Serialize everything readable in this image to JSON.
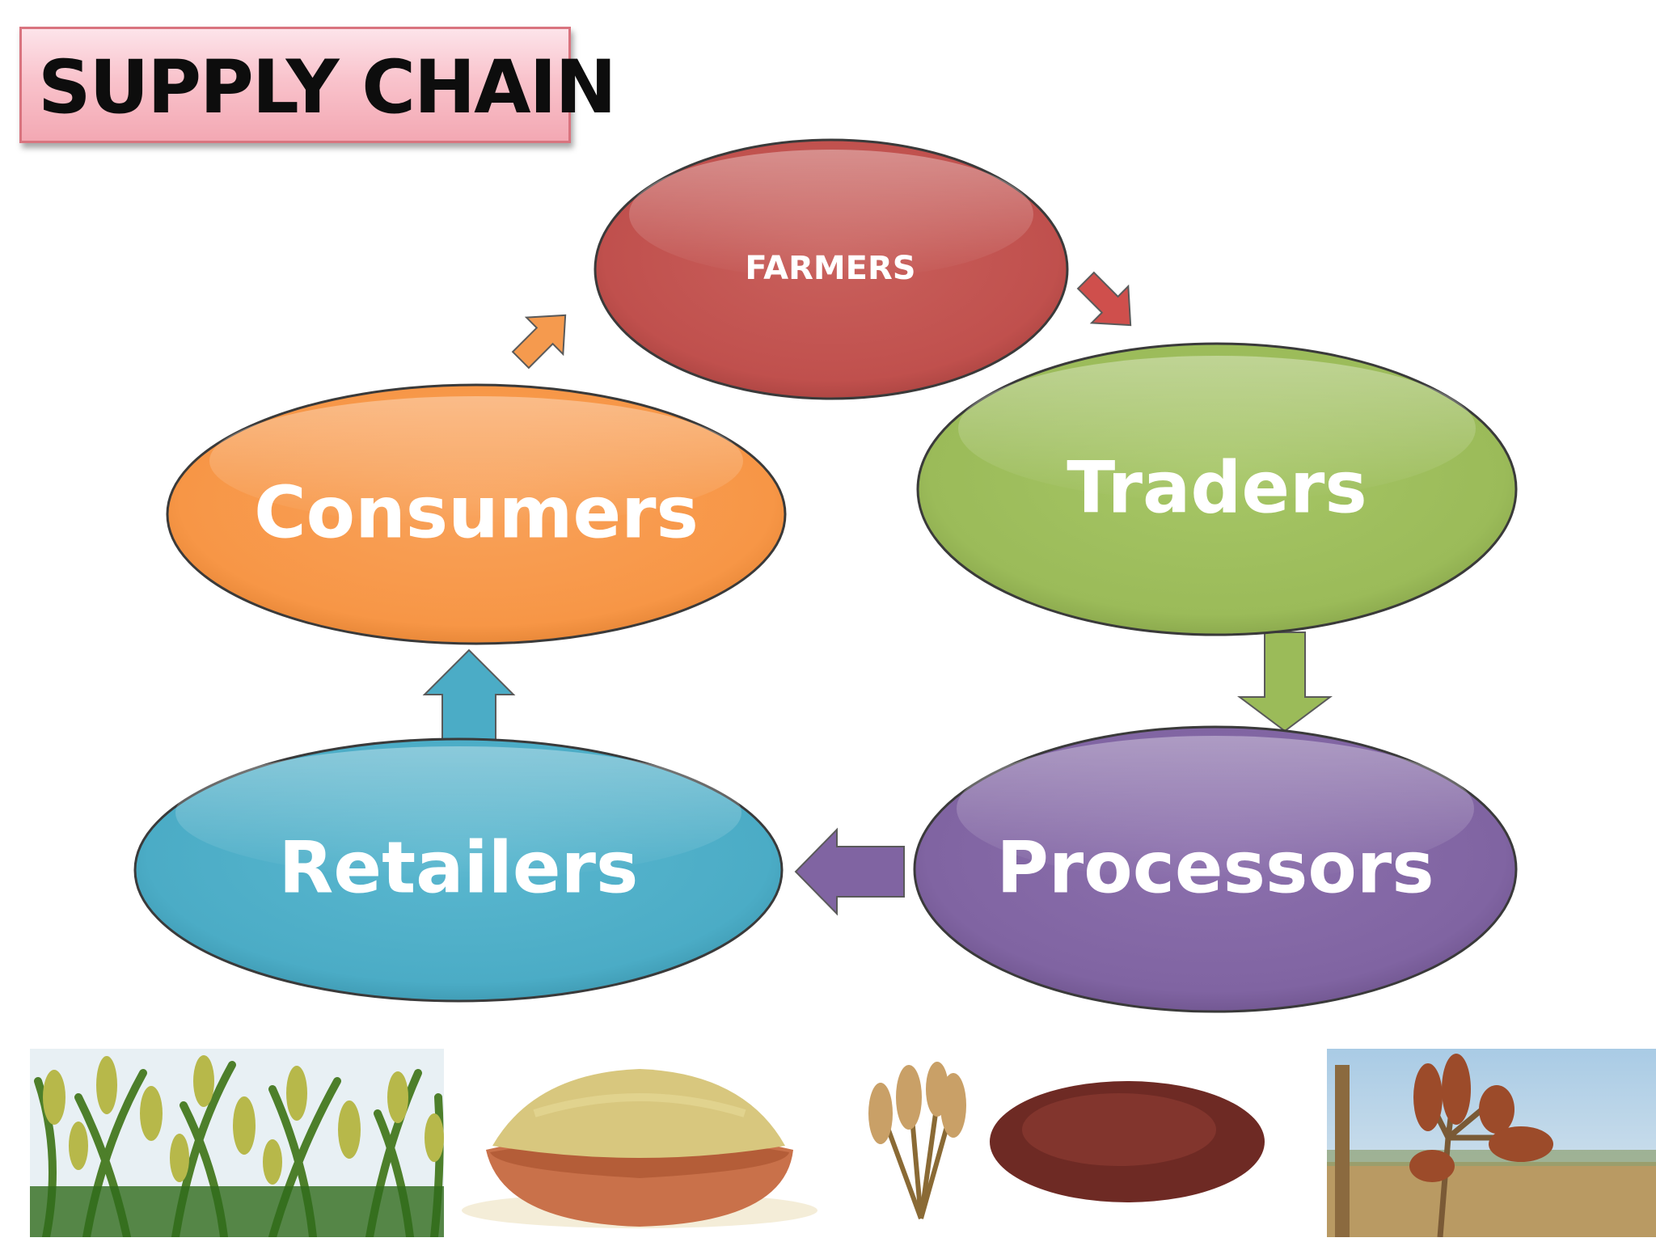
{
  "title": "SUPPLY CHAIN",
  "nodes": {
    "farmers": {
      "label": "FARMERS",
      "color": "#c0504d"
    },
    "traders": {
      "label": "Traders",
      "color": "#9bbb59"
    },
    "processors": {
      "label": "Processors",
      "color": "#8064a2"
    },
    "retailers": {
      "label": "Retailers",
      "color": "#4bacc6"
    },
    "consumers": {
      "label": "Consumers",
      "color": "#f79646"
    }
  },
  "flow": [
    "FARMERS",
    "Traders",
    "Processors",
    "Retailers",
    "Consumers",
    "FARMERS"
  ],
  "photos": [
    "millet-plants-photo",
    "millet-bowl-photo",
    "red-millet-grains-photo",
    "millet-field-photo"
  ]
}
